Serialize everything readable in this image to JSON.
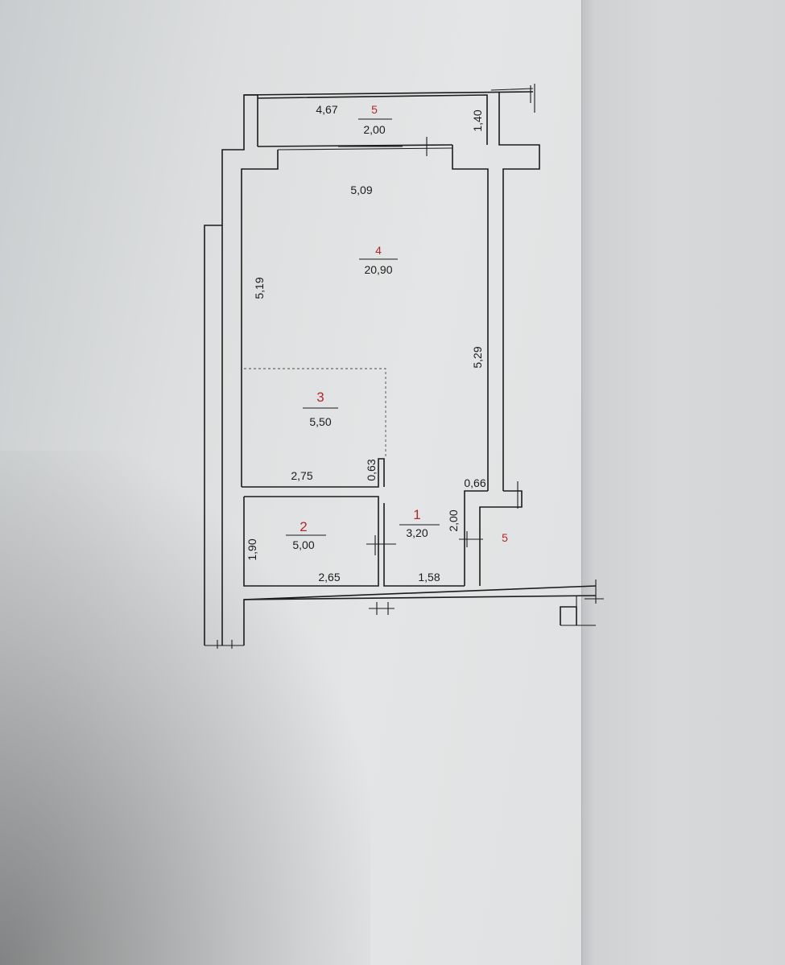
{
  "plan": {
    "rooms": [
      {
        "number": "5",
        "area": "2,00"
      },
      {
        "number": "4",
        "area": "20,90"
      },
      {
        "number": "3",
        "area": "5,50"
      },
      {
        "number": "2",
        "area": "5,00"
      },
      {
        "number": "1",
        "area": "3,20"
      }
    ],
    "extra_label": "5",
    "dimensions": {
      "balcony_length": "4,67",
      "balcony_width": "1,40",
      "room4_top": "5,09",
      "room4_left": "5,19",
      "room4_right": "5,29",
      "room3_bottom": "2,75",
      "room3_side": "0,63",
      "corridor_side": "0,66",
      "corridor_height": "2,00",
      "bath_height": "1,90",
      "bath_bottom": "2,65",
      "hall_bottom": "1,58"
    },
    "colors": {
      "room_number": "#b5282a",
      "lines": "#1c1c1c"
    }
  }
}
